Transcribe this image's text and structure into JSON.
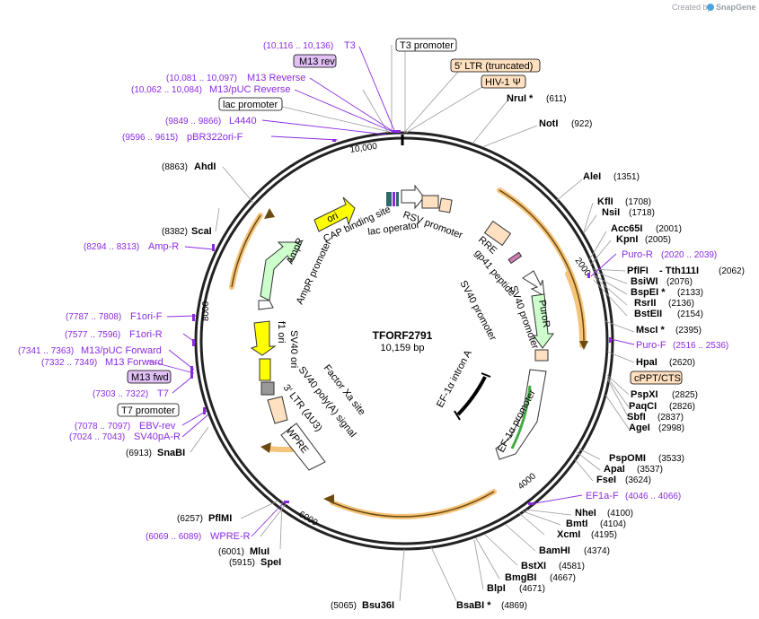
{
  "watermark": {
    "prefix": "Created by",
    "brand": "SnapGene"
  },
  "plasmid": {
    "name": "TFORF2791",
    "length": "10,159 bp"
  },
  "ticks": [
    "10,000",
    "2000",
    "4000",
    "6000",
    "8000"
  ],
  "enzymes_right": [
    {
      "name": "NruI *",
      "pos": "(611)"
    },
    {
      "name": "NotI",
      "pos": "(922)"
    },
    {
      "name": "AleI",
      "pos": "(1351)"
    },
    {
      "name": "KflI",
      "pos": "(1708)"
    },
    {
      "name": "NsiI",
      "pos": "(1718)"
    },
    {
      "name": "Acc65I",
      "pos": "(2001)"
    },
    {
      "name": "KpnI",
      "pos": "(2005)"
    },
    {
      "name": "PflFI",
      "pos": "- Tth111I"
    },
    {
      "name": "",
      "pos": "(2062)"
    },
    {
      "name": "BsiWI",
      "pos": "(2076)"
    },
    {
      "name": "BspEI *",
      "pos": "(2133)"
    },
    {
      "name": "RsrII",
      "pos": "(2136)"
    },
    {
      "name": "BstEII",
      "pos": "(2154)"
    },
    {
      "name": "MscI *",
      "pos": "(2395)"
    },
    {
      "name": "HpaI",
      "pos": "(2620)"
    },
    {
      "name": "PspXI",
      "pos": "(2825)"
    },
    {
      "name": "PaqCI",
      "pos": "(2826)"
    },
    {
      "name": "SbfI",
      "pos": "(2837)"
    },
    {
      "name": "AgeI",
      "pos": "(2998)"
    },
    {
      "name": "PspOMI",
      "pos": "(3533)"
    },
    {
      "name": "ApaI",
      "pos": "(3537)"
    },
    {
      "name": "FseI",
      "pos": "(3624)"
    },
    {
      "name": "NheI",
      "pos": "(4100)"
    },
    {
      "name": "BmtI",
      "pos": "(4104)"
    },
    {
      "name": "XcmI",
      "pos": "(4195)"
    },
    {
      "name": "BamHI",
      "pos": "(4374)"
    },
    {
      "name": "BstXI",
      "pos": "(4581)"
    },
    {
      "name": "BmgBI",
      "pos": "(4667)"
    },
    {
      "name": "BlpI",
      "pos": "(4671)"
    },
    {
      "name": "BsaBI *",
      "pos": "(4869)"
    }
  ],
  "enzymes_left": [
    {
      "name": "AhdI",
      "pos": "(8863)"
    },
    {
      "name": "ScaI",
      "pos": "(8382)"
    },
    {
      "name": "SnaBI",
      "pos": "(6913)"
    },
    {
      "name": "PflMI",
      "pos": "(6257)"
    },
    {
      "name": "MluI",
      "pos": "(6001)"
    },
    {
      "name": "SpeI",
      "pos": "(5915)"
    },
    {
      "name": "Bsu36I",
      "pos": "(5065)"
    }
  ],
  "primers": [
    {
      "name": "T3",
      "pos": "(10,116 .. 10,136)"
    },
    {
      "name": "M13 Reverse",
      "pos": "(10,081 .. 10,097)"
    },
    {
      "name": "M13/pUC Reverse",
      "pos": "(10,062 .. 10,084)"
    },
    {
      "name": "L4440",
      "pos": "(9849 .. 9866)"
    },
    {
      "name": "pBR322ori-F",
      "pos": "(9596 .. 9615)"
    },
    {
      "name": "Amp-R",
      "pos": "(8294 .. 8313)"
    },
    {
      "name": "F1ori-F",
      "pos": "(7787 .. 7808)"
    },
    {
      "name": "F1ori-R",
      "pos": "(7577 .. 7596)"
    },
    {
      "name": "M13/pUC Forward",
      "pos": "(7341 .. 7363)"
    },
    {
      "name": "M13 Forward",
      "pos": "(7332 .. 7349)"
    },
    {
      "name": "T7",
      "pos": "(7303 .. 7322)"
    },
    {
      "name": "EBV-rev",
      "pos": "(7078 .. 7097)"
    },
    {
      "name": "SV40pA-R",
      "pos": "(7024 .. 7043)"
    },
    {
      "name": "WPRE-R",
      "pos": "(6069 .. 6089)"
    },
    {
      "name": "Puro-R",
      "pos": "(2020 .. 2039)"
    },
    {
      "name": "Puro-F",
      "pos": "(2516 .. 2536)"
    },
    {
      "name": "EF1a-F",
      "pos": "(4046 .. 4066)"
    }
  ],
  "boxed_labels": {
    "m13_rev": "M13 rev",
    "m13_fwd": "M13 fwd",
    "t3_promoter": "T3 promoter",
    "t7_promoter": "T7 promoter",
    "lac_promoter": "lac promoter",
    "ltr5": "5′ LTR (truncated)",
    "hiv": "HIV-1 Ψ",
    "cppt": "cPPT/CTS"
  },
  "inner_features": {
    "ori": "ori",
    "ampr": "AmpR",
    "ampr_promoter": "AmpR promoter",
    "f1_ori": "f1 ori",
    "sv40_ori": "SV40 ori",
    "cap_site": "CAP binding site",
    "lac_operator": "lac operator",
    "rsv_promoter": "RSV promoter",
    "rre": "RRE",
    "gp41": "gp41 peptide",
    "sv40_promoter_a": "SV40 promoter",
    "sv40_promoter_b": "SV40 promoter",
    "puror": "PuroR",
    "ef1a_promoter": "EF-1α promoter",
    "ef1a_intron": "EF-1α intron A",
    "factor_xa": "Factor Xa site",
    "sv40_polya": "SV40 poly(A) signal",
    "ltr3": "3′ LTR (ΔU3)",
    "wpre": "WPRE"
  },
  "colors": {
    "enzyme": "#000000",
    "primer": "#8a2be2",
    "ori_yellow": "#ffff00",
    "ampr_green": "#ccffcc",
    "ltr_peach": "#ffe0c0",
    "orf_orange": "#f5c37a"
  }
}
